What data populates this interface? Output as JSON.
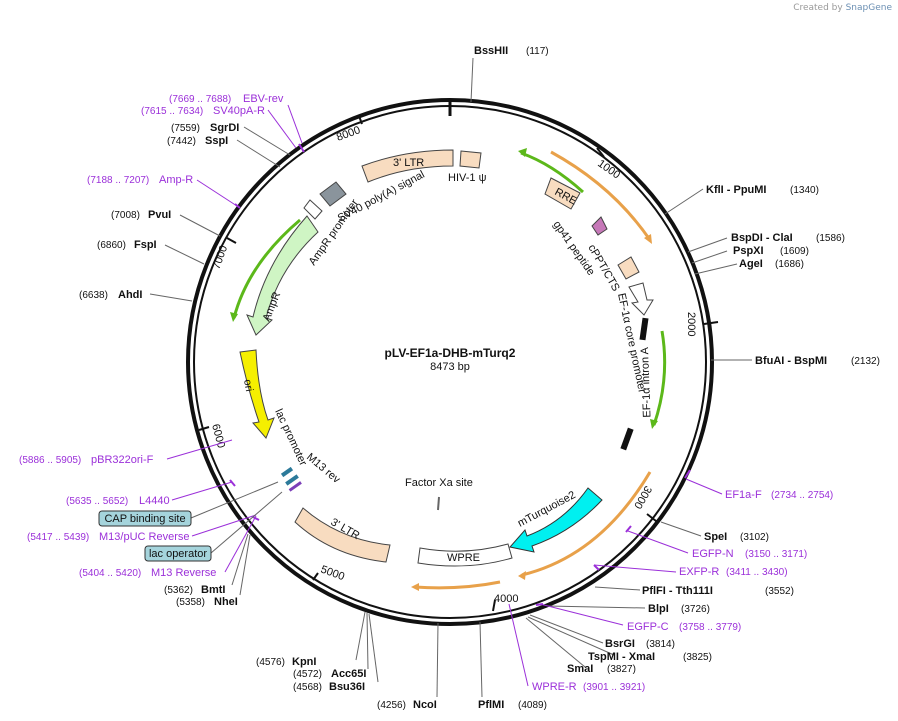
{
  "header": {
    "credit_prefix": "Created by",
    "credit_brand": "SnapGene"
  },
  "plasmid": {
    "name": "pLV-EF1a-DHB-mTurq2",
    "length_label": "8473 bp"
  },
  "ticks": [
    "1000",
    "2000",
    "3000",
    "4000",
    "5000",
    "6000",
    "7000",
    "8000"
  ],
  "sites": [
    {
      "name": "BssHII",
      "pos": "(117)"
    },
    {
      "name": "KflI  - PpuMI",
      "pos": "(1340)"
    },
    {
      "name": "BspDI  - ClaI",
      "pos": "(1586)"
    },
    {
      "name": "PspXI",
      "pos": "(1609)"
    },
    {
      "name": "AgeI",
      "pos": "(1686)"
    },
    {
      "name": "BfuAI  - BspMI",
      "pos": "(2132)"
    },
    {
      "name": "SpeI",
      "pos": "(3102)"
    },
    {
      "name": "PflFI  - Tth111I",
      "pos": "(3552)"
    },
    {
      "name": "BlpI",
      "pos": "(3726)"
    },
    {
      "name": "BsrGI",
      "pos": "(3814)"
    },
    {
      "name": "TspMI  - XmaI",
      "pos": "(3825)"
    },
    {
      "name": "SmaI",
      "pos": "(3827)"
    },
    {
      "name": "PflMI",
      "pos": "(4089)"
    },
    {
      "name": "NcoI",
      "pos": "(4256)"
    },
    {
      "name": "Bsu36I",
      "pos": "(4568)"
    },
    {
      "name": "Acc65I",
      "pos": "(4572)"
    },
    {
      "name": "KpnI",
      "pos": "(4576)"
    },
    {
      "name": "NheI",
      "pos": "(5358)"
    },
    {
      "name": "BmtI",
      "pos": "(5362)"
    },
    {
      "name": "AhdI",
      "pos": "(6638)"
    },
    {
      "name": "FspI",
      "pos": "(6860)"
    },
    {
      "name": "PvuI",
      "pos": "(7008)"
    },
    {
      "name": "SspI",
      "pos": "(7442)"
    },
    {
      "name": "SgrDI",
      "pos": "(7559)"
    }
  ],
  "primers": [
    {
      "name": "EBV-rev",
      "pos": "(7669 .. 7688)"
    },
    {
      "name": "SV40pA-R",
      "pos": "(7615 .. 7634)"
    },
    {
      "name": "Amp-R",
      "pos": "(7188 .. 7207)"
    },
    {
      "name": "EF1a-F",
      "pos": "(2734 .. 2754)"
    },
    {
      "name": "EGFP-N",
      "pos": "(3150 .. 3171)"
    },
    {
      "name": "EXFP-R",
      "pos": "(3411 .. 3430)"
    },
    {
      "name": "EGFP-C",
      "pos": "(3758 .. 3779)"
    },
    {
      "name": "WPRE-R",
      "pos": "(3901 .. 3921)"
    },
    {
      "name": "pBR322ori-F",
      "pos": "(5886 .. 5905)"
    },
    {
      "name": "L4440",
      "pos": "(5635 .. 5652)"
    },
    {
      "name": "M13/pUC Reverse",
      "pos": "(5417 .. 5439)"
    },
    {
      "name": "M13 Reverse",
      "pos": "(5404 .. 5420)"
    }
  ],
  "boxed_features": [
    {
      "name": "CAP binding site"
    },
    {
      "name": "lac operator"
    }
  ],
  "features": {
    "ltr5": "3' LTR",
    "hiv_psi": "HIV-1 ψ",
    "rre": "RRE",
    "gp41": "gp41 peptide",
    "cppt": "cPPT/CTS",
    "ef1a_core": "EF-1α core promoter",
    "ef1a_intron": "EF-1α intron A",
    "mturq": "mTurquoise2",
    "wpre": "WPRE",
    "factor_xa": "Factor Xa site",
    "ltr3": "3' LTR",
    "m13rev": "M13 rev",
    "lac_promoter": "lac promoter",
    "ori": "ori",
    "ampr": "AmpR",
    "ampr_promoter": "AmpR promoter",
    "sv40": "SV40 poly(A) signal"
  },
  "colors": {
    "backbone": "#111111",
    "site_text": "#111111",
    "primer": "#9b30d9",
    "ltr_fill": "#f8dcc0",
    "ori_fill": "#f5ef00",
    "ampr_fill": "#cff5c4",
    "mturq_fill": "#00f0f0",
    "green_arrow": "#5cb81a",
    "orange_arrow": "#e8a14a",
    "box_fill": "#a5d4dc"
  }
}
